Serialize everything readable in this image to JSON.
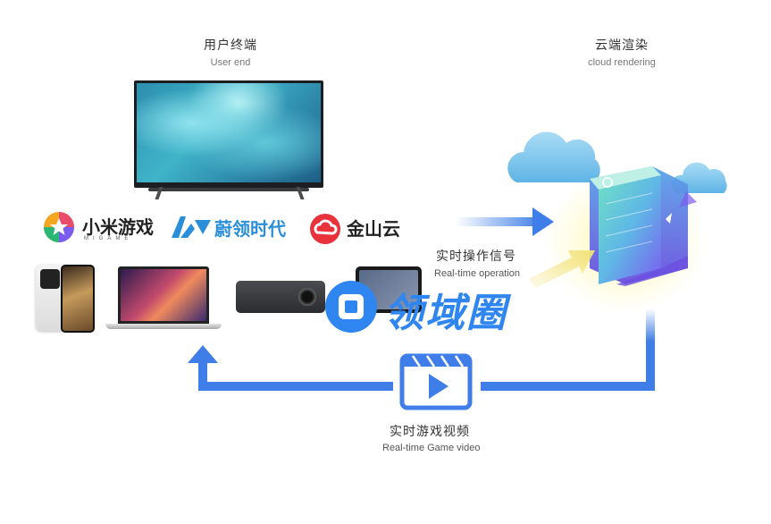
{
  "user_end": {
    "title_cn": "用户终端",
    "title_en": "User end"
  },
  "cloud_rendering": {
    "title_cn": "云端渲染",
    "title_en": "cloud rendering"
  },
  "brands": {
    "mi_game": {
      "name": "小米游戏",
      "sub": "MIGAME"
    },
    "weiling": {
      "name": "蔚领时代"
    },
    "kingsoft": {
      "name": "金山云"
    }
  },
  "realtime_operation": {
    "label_cn": "实时操作信号",
    "label_en": "Real-time operation"
  },
  "realtime_video": {
    "label_cn": "实时游戏视频",
    "label_en": "Real-time Game video"
  },
  "watermark": {
    "text": "领域圈"
  },
  "colors": {
    "arrow_blue": "#3f7ee8",
    "arrow_yellow": "#f2e27a",
    "cloud_blue": "#7fc4ea",
    "accent_purple": "#7b5cf0"
  }
}
